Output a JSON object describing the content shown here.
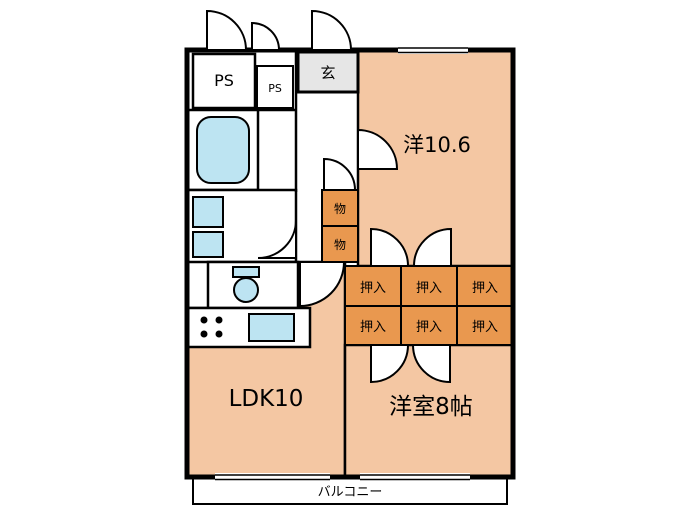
{
  "floorplan": {
    "colors": {
      "room": "#f4c7a3",
      "closet": "#e9984f",
      "fixture": "#bde4f2",
      "entrance_fill": "#e6e6e6",
      "wall": "#000000",
      "background": "#ffffff"
    },
    "rooms": {
      "ps_large": "PS",
      "ps_small": "PS",
      "entrance": "玄",
      "western_room_top": "洋10.6",
      "storage_upper": "物",
      "storage_lower": "物",
      "closets_row1": [
        "押入",
        "押入",
        "押入"
      ],
      "closets_row2": [
        "押入",
        "押入",
        "押入"
      ],
      "ldk": "LDK10",
      "western_room_bottom": "洋室8帖",
      "balcony": "バルコニー"
    }
  }
}
